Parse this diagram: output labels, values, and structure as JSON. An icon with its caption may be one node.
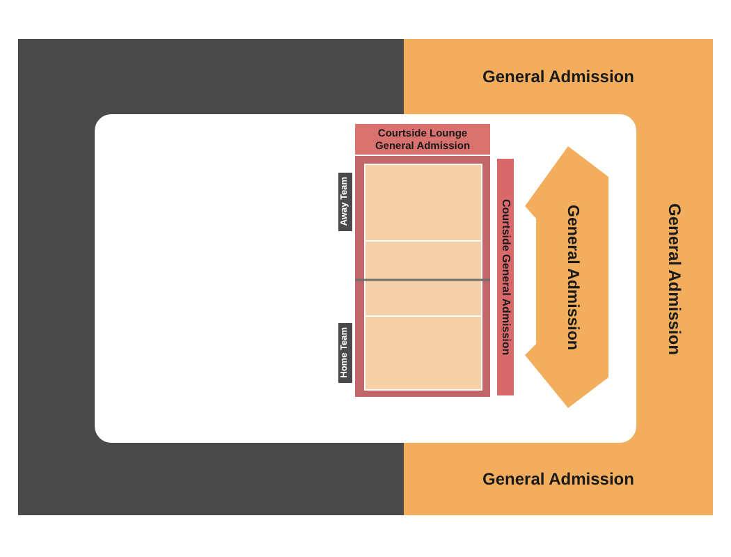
{
  "diagram": {
    "nodes": [
      {
        "text": [
          "General Admission"
        ]
      },
      {
        "text": [
          "Courtside Lounge General Admission"
        ]
      },
      {
        "text": [
          "Away Team"
        ]
      },
      {
        "text": [
          "Courtside General Admission"
        ]
      },
      {
        "text": [
          "General Admission"
        ]
      },
      {
        "text": [
          "General Admission"
        ]
      },
      {
        "text": [
          "Home Team"
        ]
      },
      {
        "text": [
          "General Admission"
        ]
      }
    ]
  }
}
